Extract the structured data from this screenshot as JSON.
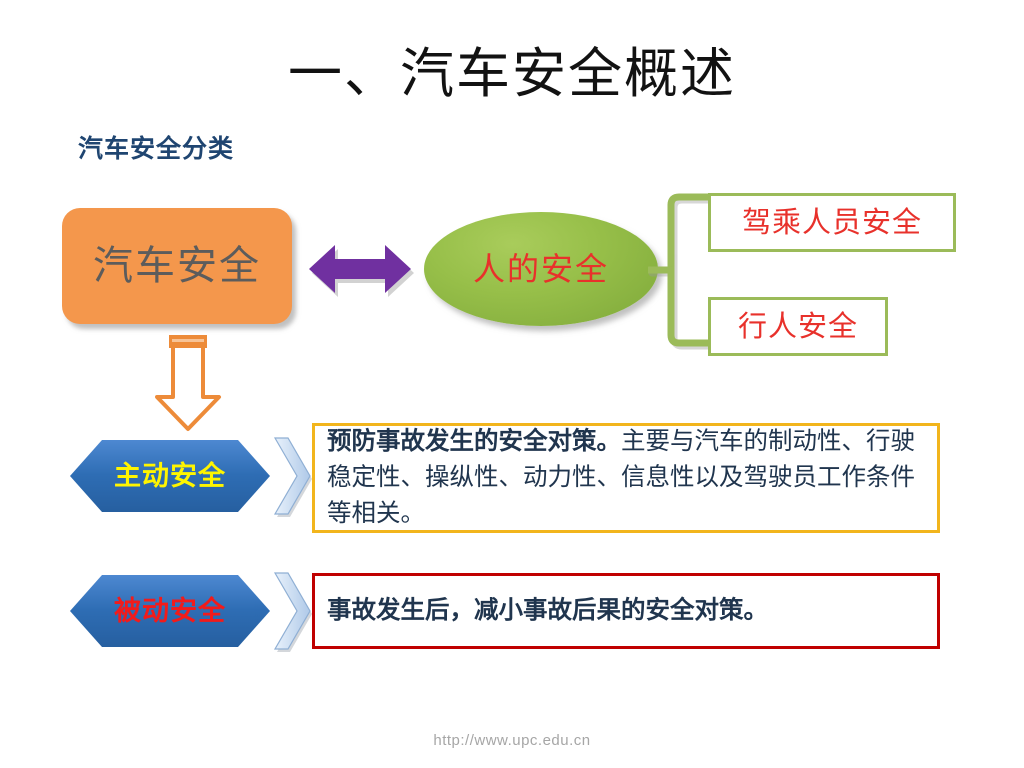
{
  "slide": {
    "title": "一、汽车安全概述",
    "subtitle": "汽车安全分类",
    "footer_url": "http://www.upc.edu.cn"
  },
  "nodes": {
    "car_safety": {
      "label": "汽车安全",
      "fill": "#F4974C",
      "text_color": "#5C5C5C"
    },
    "human_safety": {
      "label": "人的安全",
      "fill": "#97BF49",
      "text_color": "#E8312B"
    },
    "occupant_safety": {
      "label": "驾乘人员安全",
      "border": "#9BBB59",
      "text_color": "#E8312B"
    },
    "pedestrian_safety": {
      "label": "行人安全",
      "border": "#9BBB59",
      "text_color": "#E8312B"
    }
  },
  "rows": {
    "active": {
      "tag_label": "主动安全",
      "tag_text_color": "#FFF500",
      "tag_fill": "#2E6DB4",
      "desc_border": "#F2B51C",
      "desc_strong": "预防事故发生的安全对策。",
      "desc_rest": "主要与汽车的制动性、行驶稳定性、操纵性、动力性、信息性以及驾驶员工作条件等相关。"
    },
    "passive": {
      "tag_label": "被动安全",
      "tag_text_color": "#F21B1B",
      "tag_fill": "#2E6DB4",
      "desc_border": "#C00000",
      "desc_text": "事故发生后，减小事故后果的安全对策。"
    }
  },
  "connectors": {
    "bidirectional_arrow_color": "#7030A0",
    "down_arrow_color": "#ED8B39",
    "bracket_color": "#9BBB59",
    "chevron_color": "#C8DCF0"
  }
}
